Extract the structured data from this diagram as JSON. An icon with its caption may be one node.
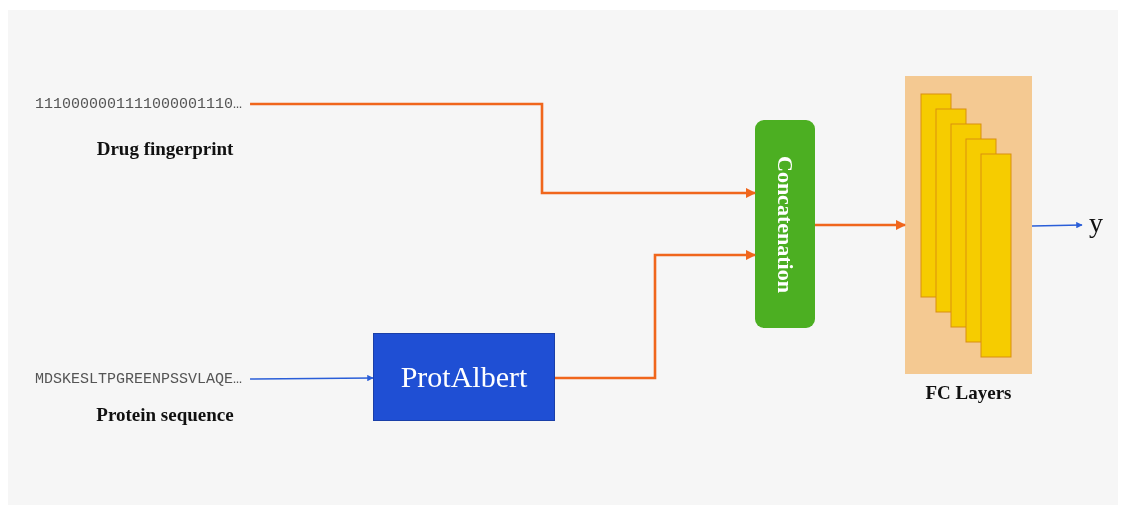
{
  "diagram": {
    "nodes": [
      {
        "text": [
          "1110000001111000001110…"
        ],
        "beside": [
          "Drug fingerprint"
        ]
      },
      {
        "text": [
          "MDSKESLTPGREENPSSVLAQE…"
        ],
        "beside": [
          "Protein sequence"
        ]
      },
      {
        "text": [
          "ProtAlbert"
        ]
      },
      {
        "text": [
          "Concatenation"
        ]
      },
      {
        "text": [],
        "shape": "box",
        "beside": [
          "FC Layers"
        ]
      },
      {
        "text": [
          "y"
        ]
      }
    ],
    "edges": [
      {
        "from": 0,
        "to": 3,
        "arrow": "to"
      },
      {
        "from": 1,
        "to": 2,
        "arrow": "to",
        "color": "#2a5ed8"
      },
      {
        "from": 2,
        "to": 3,
        "arrow": "to"
      },
      {
        "from": 3,
        "to": 4,
        "arrow": "to"
      },
      {
        "from": 4,
        "to": 5,
        "arrow": "to",
        "color": "#2a5ed8"
      }
    ]
  }
}
